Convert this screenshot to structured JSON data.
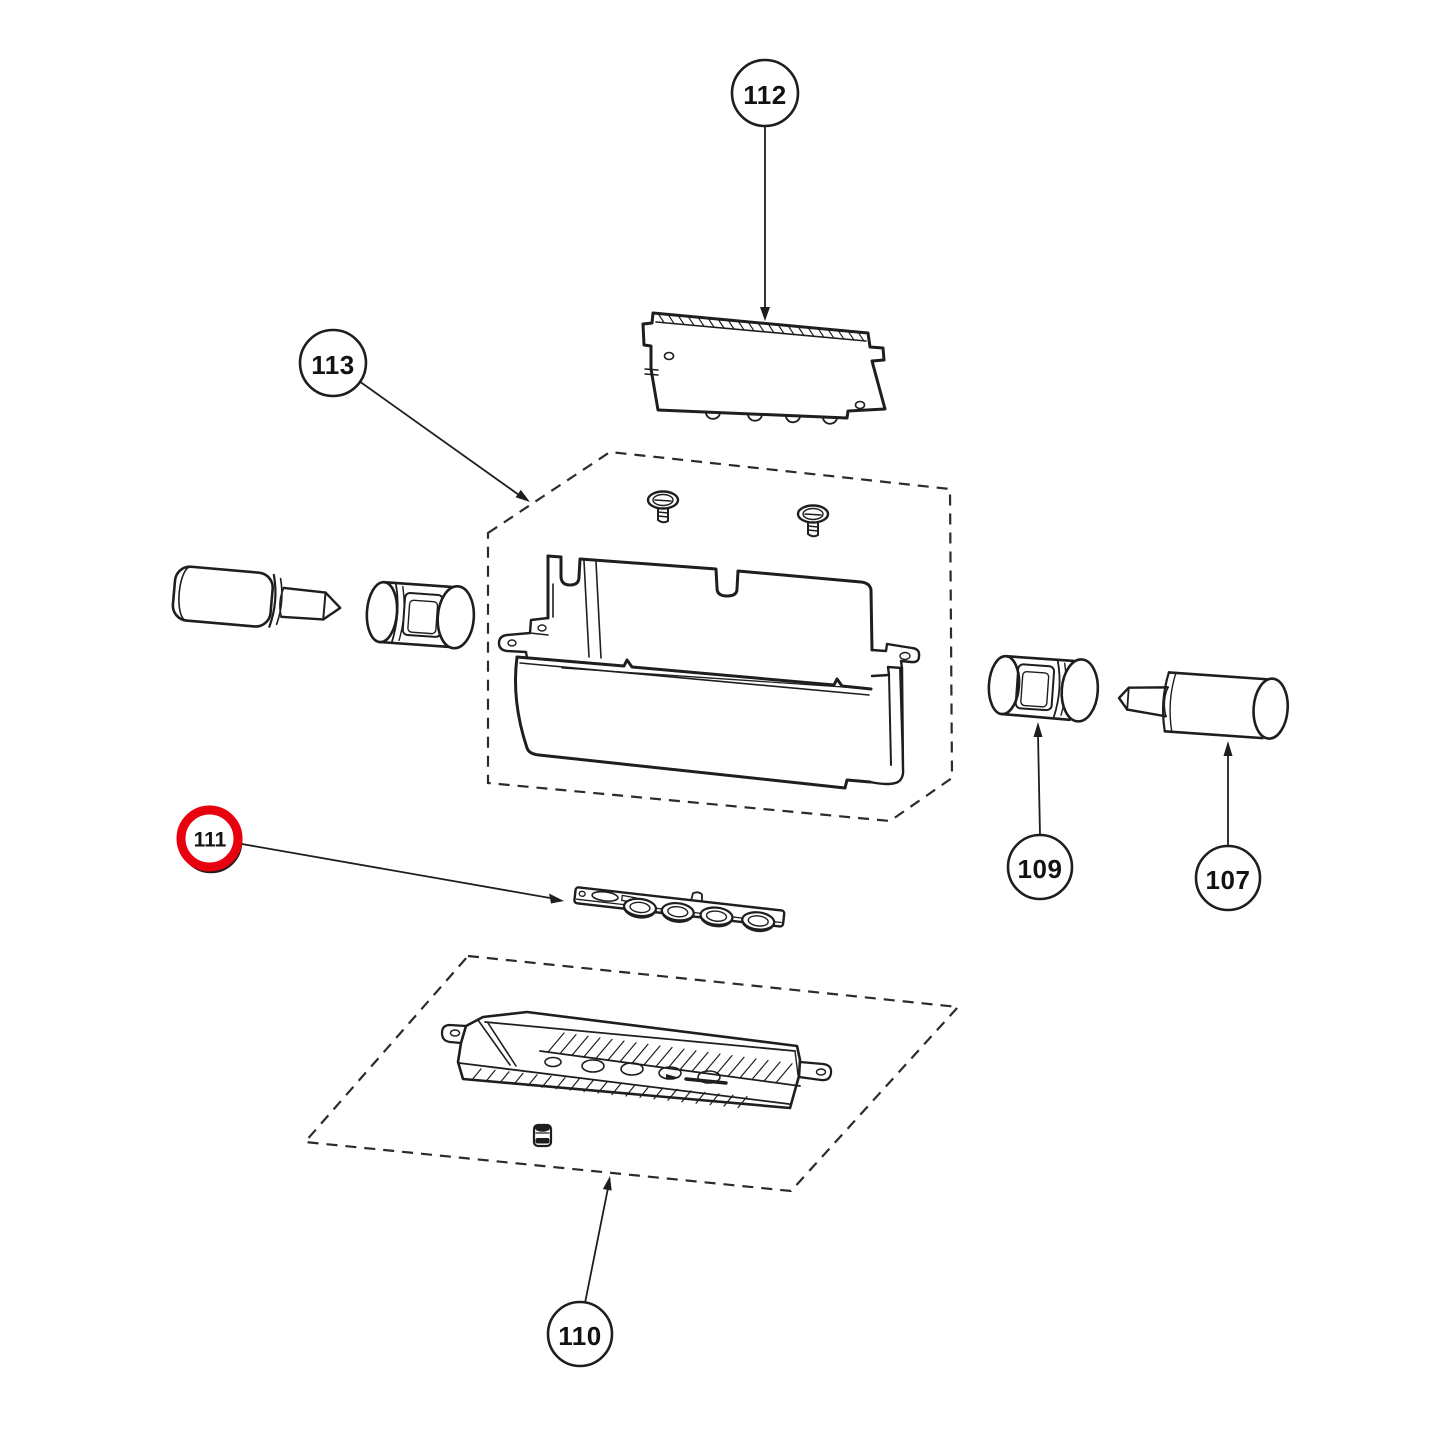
{
  "diagram": {
    "background_color": "#ffffff",
    "line_color": "#1e1e1e",
    "highlight_color": "#e8000f",
    "callouts": {
      "c107": {
        "label": "107",
        "highlighted": false
      },
      "c109": {
        "label": "109",
        "highlighted": false
      },
      "c110": {
        "label": "110",
        "highlighted": false
      },
      "c111": {
        "label": "111",
        "highlighted": true
      },
      "c112": {
        "label": "112",
        "highlighted": false
      },
      "c113": {
        "label": "113",
        "highlighted": false
      }
    },
    "parts": [
      {
        "name": "cover-plate",
        "callout": "112"
      },
      {
        "name": "housing-assembly",
        "callout": "113"
      },
      {
        "name": "button-board",
        "callout": "111"
      },
      {
        "name": "base-tray-assembly",
        "callout": "110"
      },
      {
        "name": "push-button",
        "callout": "109"
      },
      {
        "name": "control-knob",
        "callout": "107"
      }
    ]
  }
}
